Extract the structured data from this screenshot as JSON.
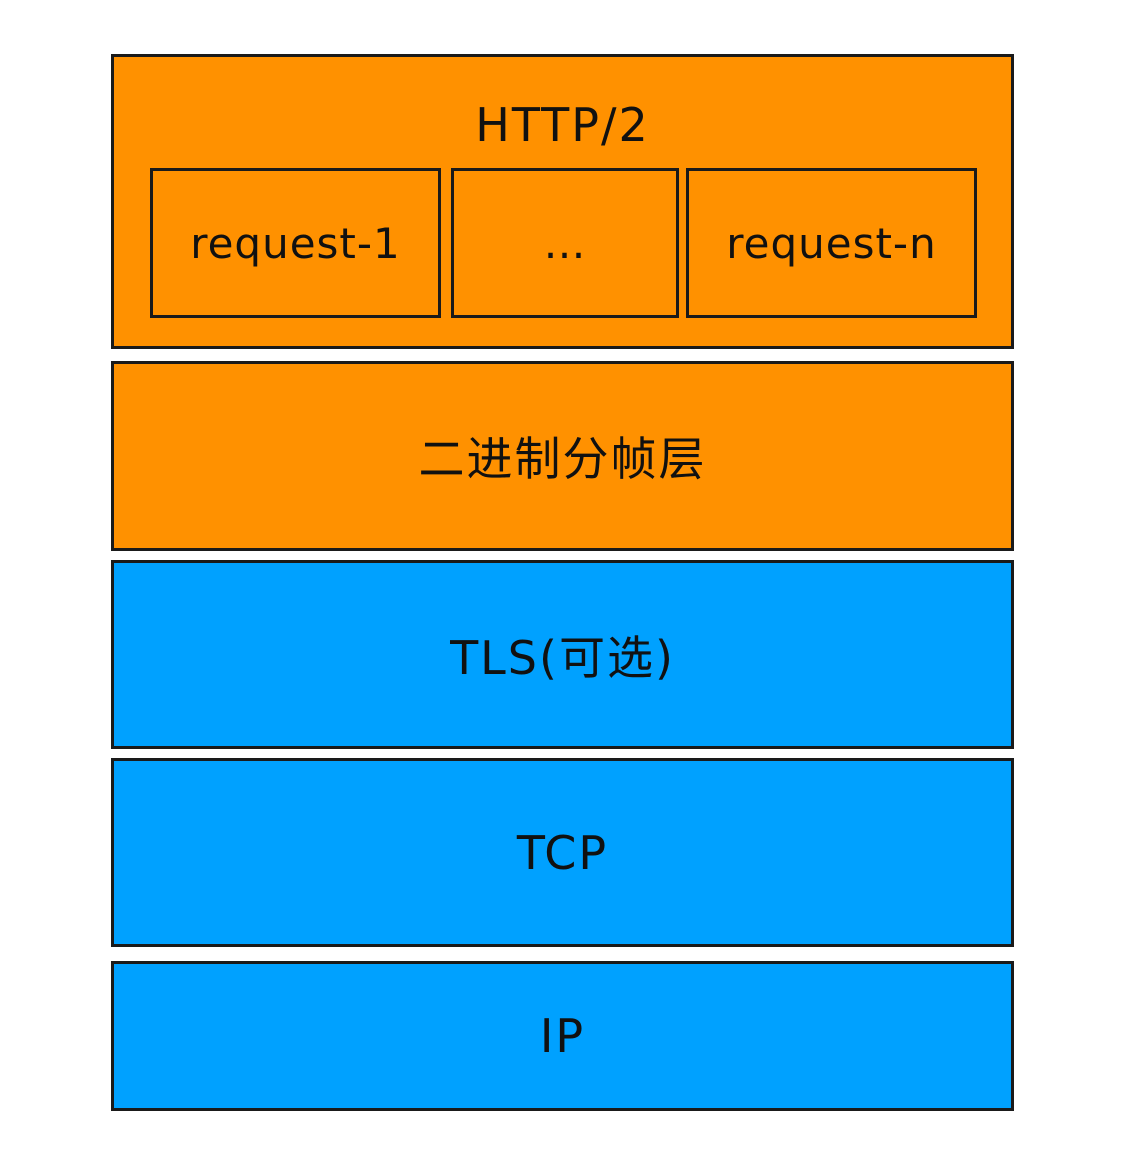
{
  "diagram": {
    "http2": {
      "title": "HTTP/2",
      "requests": [
        {
          "label": "request-1"
        },
        {
          "label": "…"
        },
        {
          "label": "request-n"
        }
      ]
    },
    "framing_layer": {
      "label": "二进制分帧层"
    },
    "tls_layer": {
      "label": "TLS(可选)"
    },
    "tcp_layer": {
      "label": "TCP"
    },
    "ip_layer": {
      "label": "IP"
    },
    "colors": {
      "application_layers": "#FF9100",
      "transport_layers": "#00A1FF",
      "border": "#1a1a1a"
    }
  }
}
